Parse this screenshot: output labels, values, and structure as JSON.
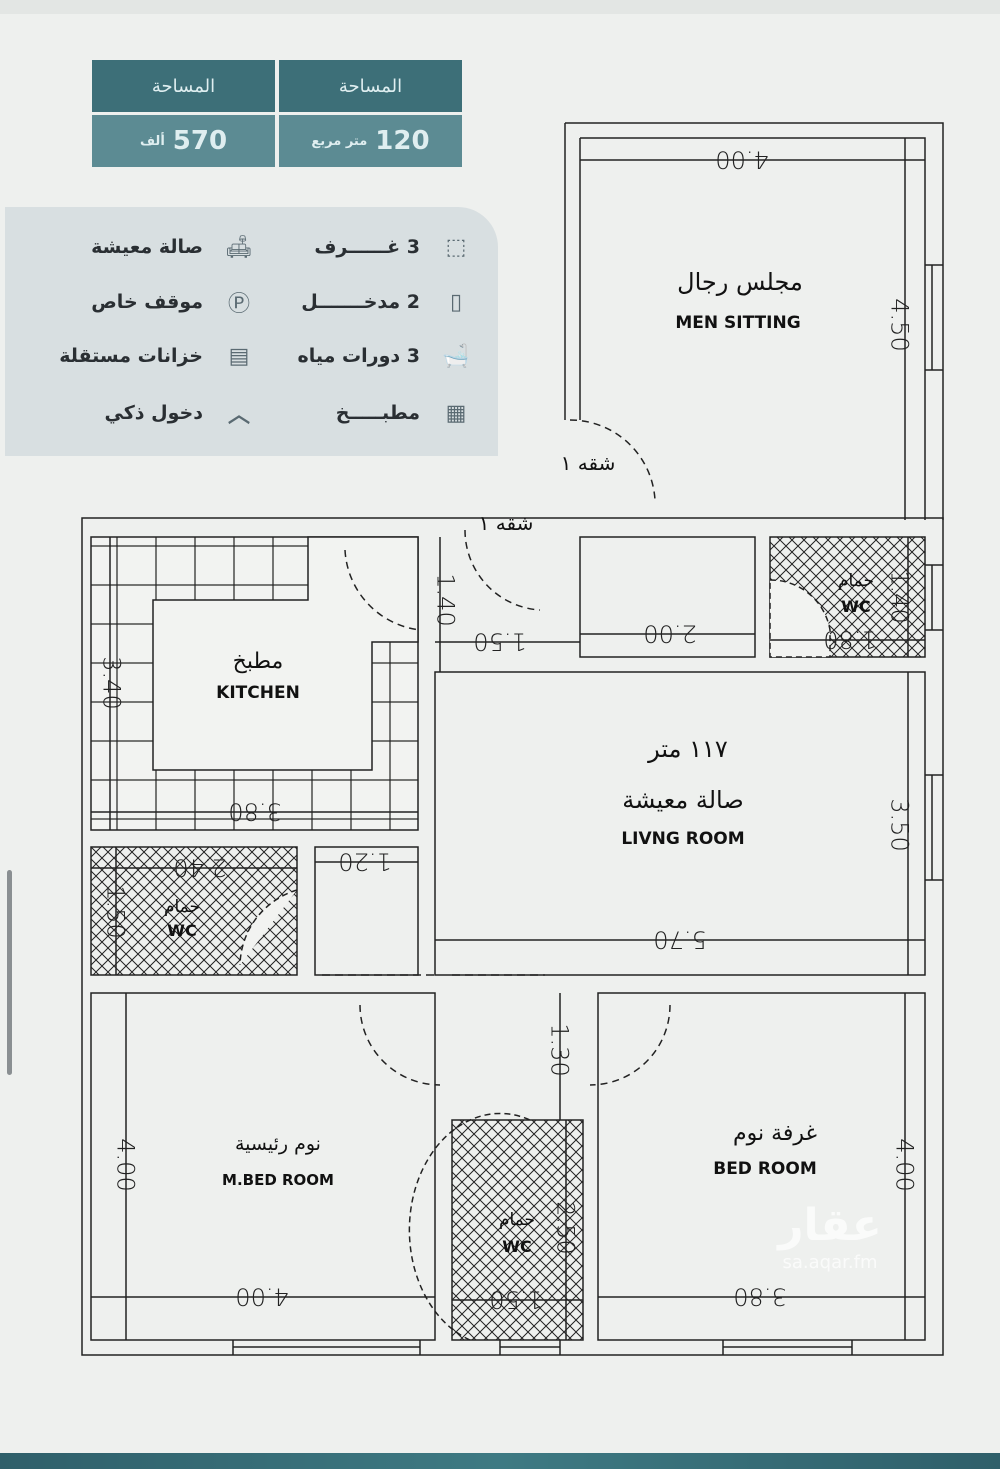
{
  "summary": {
    "area": {
      "title": "المساحة",
      "value": "120",
      "unit": "متر مربع"
    },
    "price": {
      "title": "المساحة",
      "value": "570",
      "unit": "ألف"
    }
  },
  "features": [
    {
      "label": "3 غــــــرف",
      "icon": "room-cube-icon"
    },
    {
      "label": "صالة معيشة",
      "icon": "sofa-lamp-icon"
    },
    {
      "label": "2 مدخـــــــل",
      "icon": "door-icon"
    },
    {
      "label": "موقف خاص",
      "icon": "parking-icon"
    },
    {
      "label": "3 دورات مياه",
      "icon": "bathtub-icon"
    },
    {
      "label": "خزانات مستقلة",
      "icon": "water-tank-icon"
    },
    {
      "label": "مطبـــــخ",
      "icon": "kitchen-icon"
    },
    {
      "label": "دخول ذكي",
      "icon": "chevron-up-icon"
    }
  ],
  "plan": {
    "rooms": {
      "men_sitting": {
        "ar": "مجلس رجال",
        "en": "MEN SITTING"
      },
      "kitchen": {
        "ar": "مطبخ",
        "en": "KITCHEN"
      },
      "living": {
        "area": "١١٧ متر",
        "ar": "صالة معيشة",
        "en": "LIVNG ROOM"
      },
      "wc_top": {
        "ar": "حمام",
        "en": "WC"
      },
      "wc_left": {
        "ar": "حمام",
        "en": "WC"
      },
      "wc_bottom": {
        "ar": "حمام",
        "en": "WC"
      },
      "master_bed": {
        "ar": "نوم رئيسية",
        "en": "M.BED ROOM"
      },
      "bed": {
        "ar": "غرفة نوم",
        "en": "BED ROOM"
      }
    },
    "entrances": {
      "a": "شقه ١",
      "b": "شقه ١"
    },
    "dims": {
      "men_w": "4.00",
      "men_h": "4.50",
      "wc_top_h": "1.40",
      "wc_top_w": "1.80",
      "corr_w": "2.00",
      "kitchen_door": "1.40",
      "entry_w": "1.50",
      "kitchen_h": "3.40",
      "kitchen_w": "3.80",
      "wc_left_w": "2.40",
      "wc_left_h": "1.50",
      "small_w": "1.20",
      "living_h": "3.50",
      "living_w": "5.70",
      "hall_h": "1.30",
      "wc_bottom_h": "2.50",
      "wc_bottom_w": "1.50",
      "mbed_h": "4.00",
      "mbed_w": "4.00",
      "bed_h": "4.00",
      "bed_w": "3.80"
    }
  },
  "watermark": {
    "logo": "عقار",
    "site": "sa.aqar.fm"
  }
}
